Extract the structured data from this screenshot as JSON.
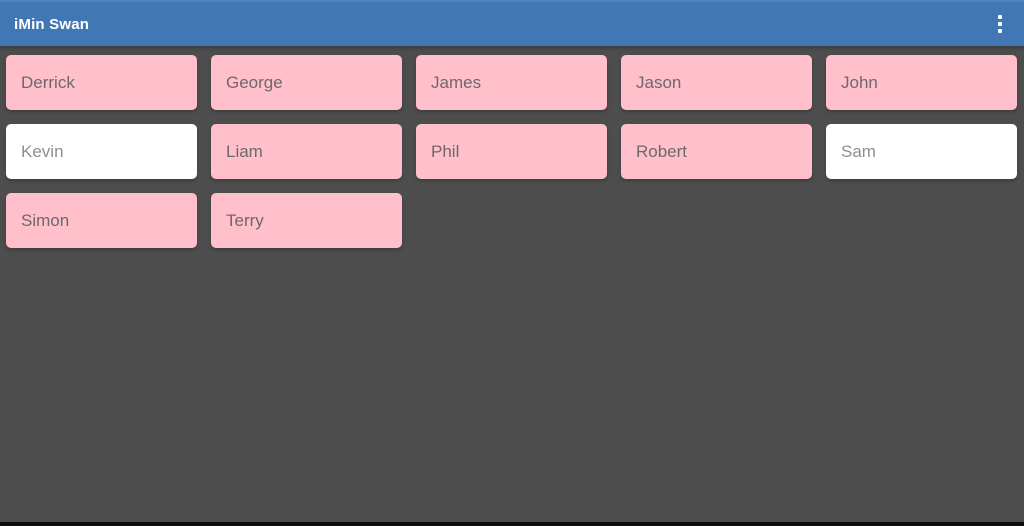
{
  "app": {
    "title": "iMin Swan"
  },
  "colors": {
    "header": "#4277b6",
    "header_top_edge": "#4d84c6",
    "background": "#4d4d4d",
    "card_pink": "#ffc0cb",
    "card_white": "#ffffff",
    "card_text_pink": "#6e686c",
    "card_text_white": "#8e8e8e",
    "title_text": "#ffffff",
    "bottom_edge": "#0d0d0d"
  },
  "icons": {
    "overflow_menu": "kebab-menu-vertical-dots"
  },
  "cards": [
    {
      "name": "Derrick",
      "variant": "pink"
    },
    {
      "name": "George",
      "variant": "pink"
    },
    {
      "name": "James",
      "variant": "pink"
    },
    {
      "name": "Jason",
      "variant": "pink"
    },
    {
      "name": "John",
      "variant": "pink"
    },
    {
      "name": "Kevin",
      "variant": "white"
    },
    {
      "name": "Liam",
      "variant": "pink"
    },
    {
      "name": "Phil",
      "variant": "pink"
    },
    {
      "name": "Robert",
      "variant": "pink"
    },
    {
      "name": "Sam",
      "variant": "white"
    },
    {
      "name": "Simon",
      "variant": "pink"
    },
    {
      "name": "Terry",
      "variant": "pink"
    }
  ]
}
